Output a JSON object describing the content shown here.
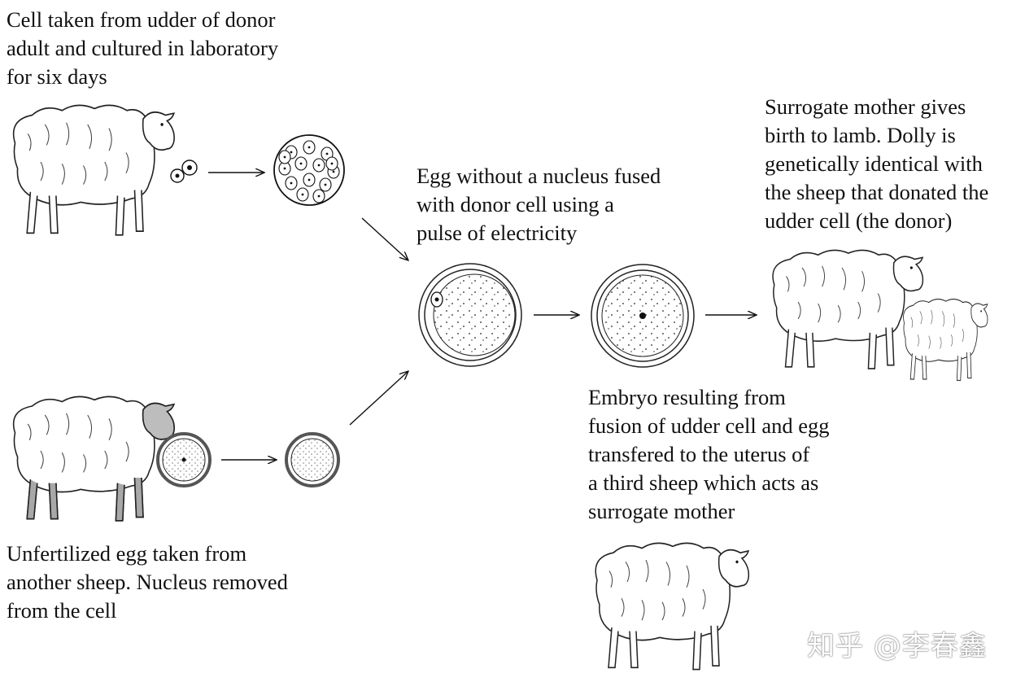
{
  "labels": {
    "donor_cell": [
      "Cell taken from udder of donor",
      "adult and cultured in laboratory",
      "for six days"
    ],
    "egg_donor": [
      "Unfertilized egg taken from",
      "another sheep.  Nucleus removed",
      "from the cell"
    ],
    "fusion": [
      "Egg without a nucleus fused",
      "with donor cell using a",
      "pulse of electricity"
    ],
    "birth": [
      "Surrogate mother gives",
      "birth to lamb.  Dolly is",
      "genetically identical with",
      "the sheep that donated the",
      "udder cell (the donor)"
    ],
    "embryo": [
      "Embryo resulting from",
      "fusion of udder cell and egg",
      "transfered to the uterus of",
      "a third sheep which acts as",
      "surrogate mother"
    ]
  },
  "watermark": "知乎 @李春鑫",
  "colors": {
    "line": "#111111",
    "face_gray": "#bdbdbd",
    "leg_gray": "#a8a8a8"
  }
}
